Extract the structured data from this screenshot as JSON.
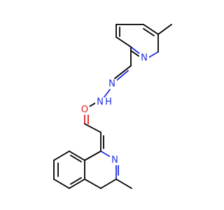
{
  "molecule": {
    "colors": {
      "carbon_bond": "#000000",
      "nitrogen": "#1f2fe0",
      "oxygen": "#e01f1f",
      "background": "#ffffff"
    },
    "atoms": {
      "pyridine_n": "N",
      "hydrazone_n1": "N",
      "hydrazone_n2": "N",
      "amide_nh": "H",
      "carbonyl_o": "O",
      "quinoline_n": "N"
    }
  }
}
